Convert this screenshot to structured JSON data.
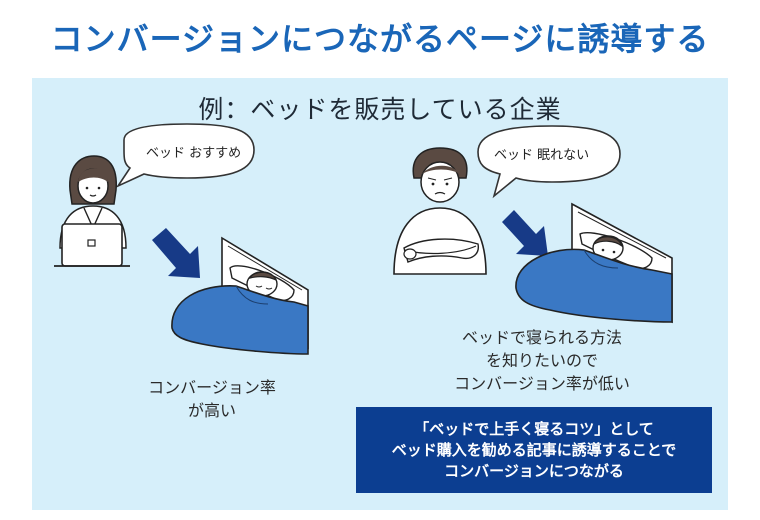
{
  "title": "コンバージョンにつながるページに誘導する",
  "subtitle": "例：ベッドを販売している企業",
  "left": {
    "bubble": "ベッド おすすめ",
    "caption": [
      "コンバージョン率",
      "が高い"
    ]
  },
  "right": {
    "bubble": "ベッド 眠れない",
    "caption": [
      "ベッドで寝られる方法",
      "を知りたいので",
      "コンバージョン率が低い"
    ],
    "solution": [
      "「ベッドで上手く寝るコツ」として",
      "ベッド購入を勧める記事に誘導することで",
      "コンバージョンにつながる"
    ]
  },
  "colors": {
    "title": "#1a66b8",
    "panel": "#d6effa",
    "blanket": "#3a78c4",
    "arrow": "#173a87",
    "solution_box": "#0c3e91"
  }
}
